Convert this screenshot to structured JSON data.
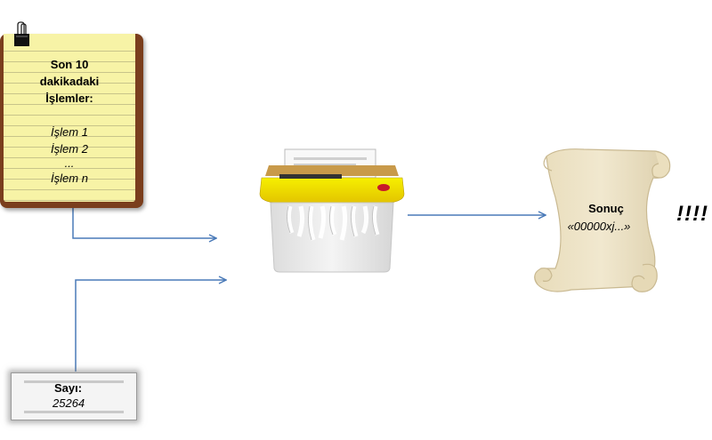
{
  "clipboard": {
    "title_lines": [
      "Son 10",
      "dakikadaki",
      "İşlemler:"
    ],
    "items": [
      "İşlem 1",
      "İşlem 2",
      "...",
      "İşlem n"
    ]
  },
  "number_box": {
    "label": "Sayı:",
    "value": "25264"
  },
  "result": {
    "title": "Sonuç",
    "value": "«00000xj...»"
  },
  "exclamation": "!!!!",
  "colors": {
    "arrow": "#4a7ab8",
    "note_paper": "#f7f3a6",
    "clipboard": "#7a3e1d",
    "shredder_lid": "#f2e21c",
    "scroll": "#ece1c3"
  },
  "icons": [
    "binder-clip-icon",
    "shredder-icon",
    "scroll-icon"
  ]
}
